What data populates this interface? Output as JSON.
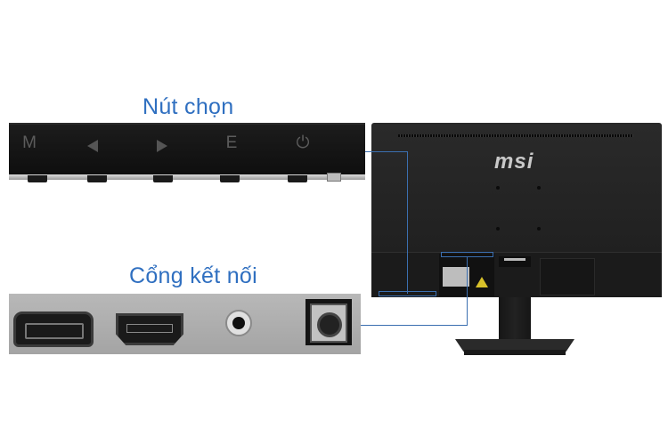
{
  "captions": {
    "buttons": "Nút chọn",
    "ports": "Cổng kết nối"
  },
  "control_buttons": [
    {
      "label": "M",
      "icon": "menu-letter"
    },
    {
      "label": "",
      "icon": "triangle-left-icon"
    },
    {
      "label": "",
      "icon": "triangle-right-icon"
    },
    {
      "label": "E",
      "icon": "exit-letter"
    },
    {
      "label": "⏻",
      "icon": "power-icon"
    }
  ],
  "ports": [
    {
      "name": "DisplayPort"
    },
    {
      "name": "HDMI"
    },
    {
      "name": "Audio jack"
    },
    {
      "name": "DC power input"
    }
  ],
  "monitor": {
    "brand_logo": "msi"
  },
  "colors": {
    "accent": "#2f6fc0",
    "callout_line": "#3b6fb0",
    "panel_dark": "#141414",
    "port_panel": "#acacac"
  }
}
